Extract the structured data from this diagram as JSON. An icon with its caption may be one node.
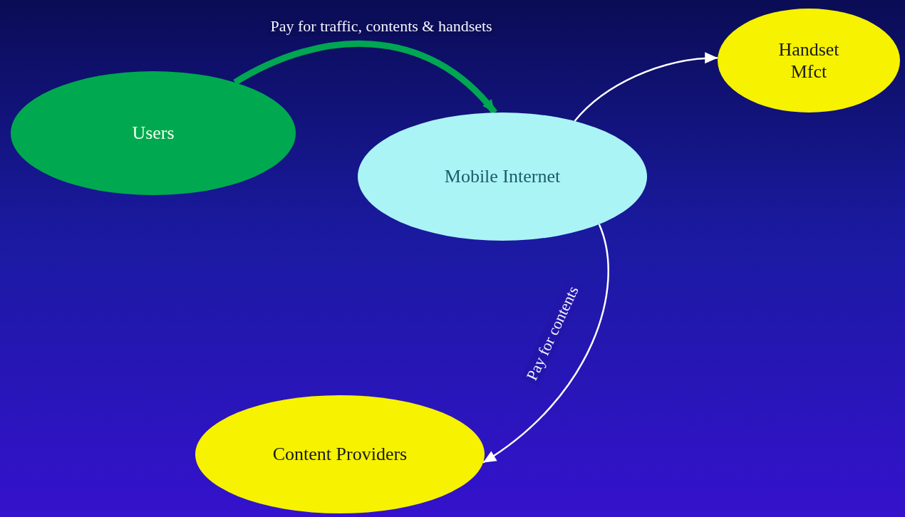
{
  "diagram": {
    "nodes": [
      {
        "text": [
          "Users"
        ]
      },
      {
        "text": [
          "Mobile Internet"
        ]
      },
      {
        "text": [
          "Handset Mfct"
        ]
      },
      {
        "text": [
          "Content Providers"
        ]
      }
    ],
    "edges": [
      {
        "from": 0,
        "to": 1,
        "arrow": "to",
        "label": "Pay for traffic, contents & handsets",
        "style": "thick",
        "color": "#00a651"
      },
      {
        "from": 1,
        "to": 2,
        "arrow": "to"
      },
      {
        "from": 1,
        "to": 3,
        "arrow": "to",
        "label": "Pay for contents"
      }
    ]
  }
}
